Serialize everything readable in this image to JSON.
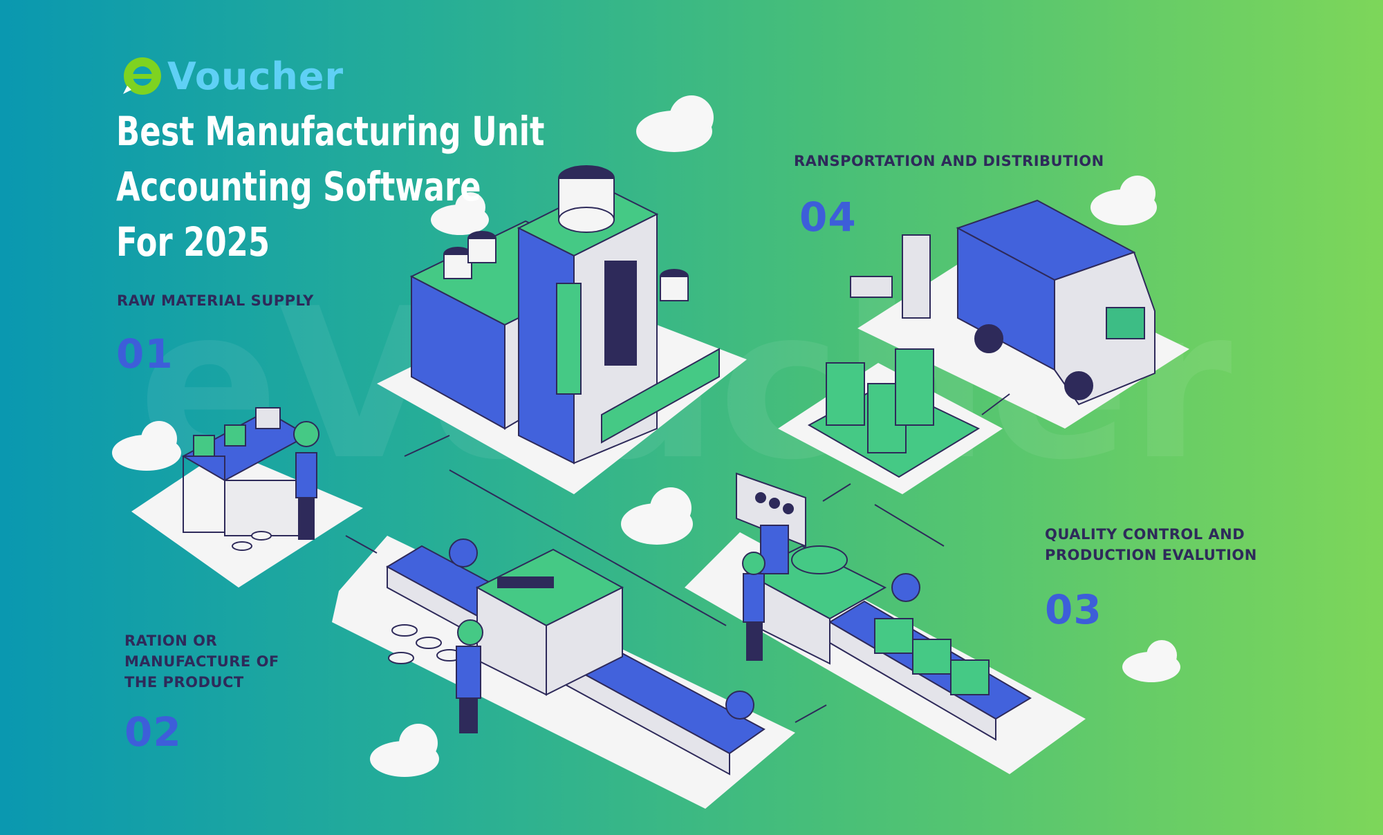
{
  "brand": {
    "logo_letter": "e",
    "logo_text": "Voucher"
  },
  "headline": {
    "line1": "Best Manufacturing Unit",
    "line2": "Accounting Software",
    "line3": "For 2025"
  },
  "watermark": "eVoucher",
  "steps": [
    {
      "number": "01",
      "label_lines": [
        "RAW MATERIAL SUPPLY"
      ]
    },
    {
      "number": "02",
      "label_lines": [
        "RATION OR",
        "MANUFACTURE OF",
        "THE PRODUCT"
      ]
    },
    {
      "number": "03",
      "label_lines": [
        "QUALITY CONTROL AND",
        "PRODUCTION EVALUTION"
      ]
    },
    {
      "number": "04",
      "label_lines": [
        "RANSPORTATION AND DISTRIBUTION"
      ]
    }
  ],
  "colors": {
    "bg_left": "#0a98b0",
    "bg_right": "#7dd65a",
    "accent_blue": "#3d5ed9",
    "dark": "#2e2a5a",
    "logo": "#5fd0f5",
    "logo_e": "#7ed321"
  }
}
